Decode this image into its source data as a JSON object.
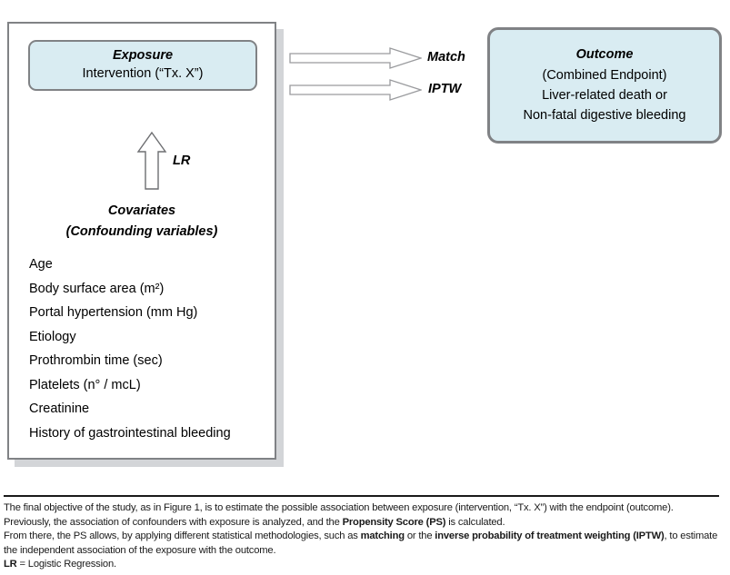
{
  "figure": {
    "exposure_box": {
      "title": "Exposure",
      "line": "Intervention (“Tx. X”)"
    },
    "lr_arrow_label": "LR",
    "covariates_heading": {
      "line1": "Covariates",
      "line2": "(Confounding variables)"
    },
    "covariates": [
      "Age",
      "Body surface area (m²)",
      "Portal hypertension (mm Hg)",
      "Etiology",
      "Prothrombin time (sec)",
      "Platelets (n° / mcL)",
      "Creatinine",
      "History of gastrointestinal bleeding"
    ],
    "methods": [
      {
        "label": "Match"
      },
      {
        "label": "IPTW"
      }
    ],
    "outcome_box": {
      "title": "Outcome",
      "line1": "(Combined Endpoint)",
      "line2": "Liver-related death or",
      "line3": "Non-fatal digestive bleeding"
    },
    "colors": {
      "box_fill": "#d9ecf2",
      "box_border": "#808285",
      "panel_shadow": "#d3d5d8",
      "arrow_stroke": "#808285",
      "text": "#000000"
    }
  },
  "caption": {
    "line1_a": "The final objective of the study, as in Figure 1, is to estimate the possible association between exposure (intervention, “Tx. X”) with the endpoint (outcome).",
    "line2_a": "Previously, the association of confounders with exposure is analyzed, and the ",
    "line2_b": "Propensity Score (PS)",
    "line2_c": " is calculated.",
    "line3_a": "From there, the PS allows, by applying different statistical methodologies, such as ",
    "line3_b": "matching",
    "line3_c": " or the ",
    "line3_d": "inverse probability of treatment weighting (IPTW)",
    "line3_e": ", to estimate the independent association of the exposure with the outcome.",
    "line4_a": "LR",
    "line4_b": " = Logistic Regression."
  }
}
